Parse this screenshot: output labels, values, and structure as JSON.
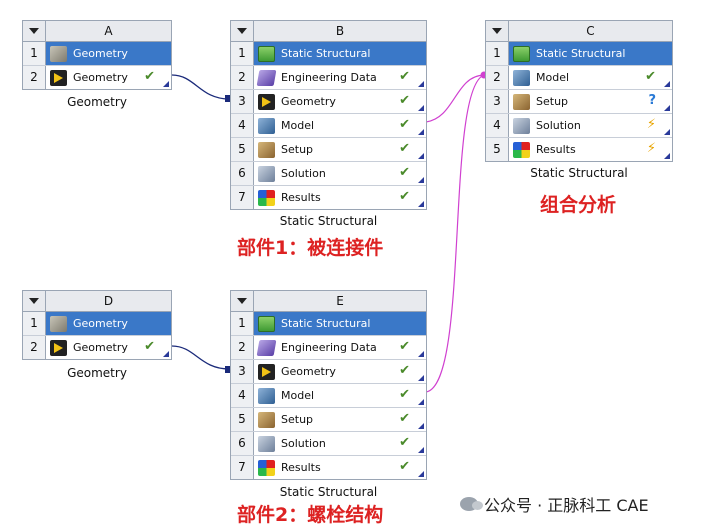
{
  "systems": [
    {
      "id": "A",
      "rows": [
        {
          "n": "1",
          "label": "Geometry",
          "icon": "geometry-gray-icon",
          "status": "",
          "sel": true
        },
        {
          "n": "2",
          "label": "Geometry",
          "icon": "geometry-yellow-icon",
          "status": "✔",
          "sel": false
        }
      ],
      "caption": "Geometry"
    },
    {
      "id": "B",
      "rows": [
        {
          "n": "1",
          "label": "Static Structural",
          "icon": "static-structural-icon",
          "status": "",
          "sel": true
        },
        {
          "n": "2",
          "label": "Engineering Data",
          "icon": "engineering-data-icon",
          "status": "✔"
        },
        {
          "n": "3",
          "label": "Geometry",
          "icon": "geometry-yellow-icon",
          "status": "✔"
        },
        {
          "n": "4",
          "label": "Model",
          "icon": "model-icon",
          "status": "✔"
        },
        {
          "n": "5",
          "label": "Setup",
          "icon": "setup-icon",
          "status": "✔"
        },
        {
          "n": "6",
          "label": "Solution",
          "icon": "solution-icon",
          "status": "✔"
        },
        {
          "n": "7",
          "label": "Results",
          "icon": "results-icon",
          "status": "✔"
        }
      ],
      "caption": "Static Structural"
    },
    {
      "id": "C",
      "rows": [
        {
          "n": "1",
          "label": "Static Structural",
          "icon": "static-structural-icon",
          "status": "",
          "sel": true
        },
        {
          "n": "2",
          "label": "Model",
          "icon": "model-icon",
          "status": "✔"
        },
        {
          "n": "3",
          "label": "Setup",
          "icon": "setup-icon",
          "status": "?"
        },
        {
          "n": "4",
          "label": "Solution",
          "icon": "solution-icon",
          "status": "⚡"
        },
        {
          "n": "5",
          "label": "Results",
          "icon": "results-icon",
          "status": "⚡"
        }
      ],
      "caption": "Static Structural"
    },
    {
      "id": "D",
      "rows": [
        {
          "n": "1",
          "label": "Geometry",
          "icon": "geometry-gray-icon",
          "status": "",
          "sel": true
        },
        {
          "n": "2",
          "label": "Geometry",
          "icon": "geometry-yellow-icon",
          "status": "✔",
          "sel": false
        }
      ],
      "caption": "Geometry"
    },
    {
      "id": "E",
      "rows": [
        {
          "n": "1",
          "label": "Static Structural",
          "icon": "static-structural-icon",
          "status": "",
          "sel": true
        },
        {
          "n": "2",
          "label": "Engineering Data",
          "icon": "engineering-data-icon",
          "status": "✔"
        },
        {
          "n": "3",
          "label": "Geometry",
          "icon": "geometry-yellow-icon",
          "status": "✔"
        },
        {
          "n": "4",
          "label": "Model",
          "icon": "model-icon",
          "status": "✔"
        },
        {
          "n": "5",
          "label": "Setup",
          "icon": "setup-icon",
          "status": "✔"
        },
        {
          "n": "6",
          "label": "Solution",
          "icon": "solution-icon",
          "status": "✔"
        },
        {
          "n": "7",
          "label": "Results",
          "icon": "results-icon",
          "status": "✔"
        }
      ],
      "caption": "Static Structural"
    }
  ],
  "annotations": {
    "combined": "组合分析",
    "part1": "部件1：被连接件",
    "part2": "部件2：螺栓结构"
  },
  "watermark": "公众号 · 正脉科工 CAE",
  "colors": {
    "selected_row": "#3a78c8",
    "check": "#4a8a2a",
    "question": "#2a7ad6",
    "lightning": "#e8a400",
    "link_dark": "#1a2a7a",
    "link_magenta": "#d040d0",
    "annotation_red": "#d22"
  }
}
